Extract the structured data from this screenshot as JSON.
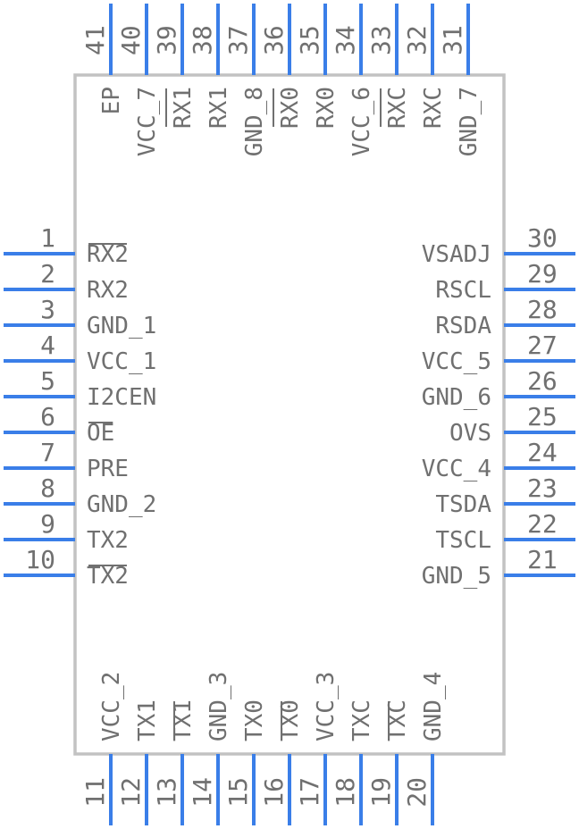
{
  "component": {
    "body_color": "#c2c2c2",
    "pin_color": "#3a7ee8",
    "text_color": "#707070"
  },
  "pins_left": [
    {
      "num": "1",
      "label": "RX2",
      "overbar": true
    },
    {
      "num": "2",
      "label": "RX2",
      "overbar": false
    },
    {
      "num": "3",
      "label": "GND_1",
      "overbar": false
    },
    {
      "num": "4",
      "label": "VCC_1",
      "overbar": false
    },
    {
      "num": "5",
      "label": "I2CEN",
      "overbar": false
    },
    {
      "num": "6",
      "label": "OE",
      "overbar": true
    },
    {
      "num": "7",
      "label": "PRE",
      "overbar": false
    },
    {
      "num": "8",
      "label": "GND_2",
      "overbar": false
    },
    {
      "num": "9",
      "label": "TX2",
      "overbar": false
    },
    {
      "num": "10",
      "label": "TX2",
      "overbar": true
    }
  ],
  "pins_right": [
    {
      "num": "30",
      "label": "VSADJ",
      "overbar": false
    },
    {
      "num": "29",
      "label": "RSCL",
      "overbar": false
    },
    {
      "num": "28",
      "label": "RSDA",
      "overbar": false
    },
    {
      "num": "27",
      "label": "VCC_5",
      "overbar": false
    },
    {
      "num": "26",
      "label": "GND_6",
      "overbar": false
    },
    {
      "num": "25",
      "label": "OVS",
      "overbar": false
    },
    {
      "num": "24",
      "label": "VCC_4",
      "overbar": false
    },
    {
      "num": "23",
      "label": "TSDA",
      "overbar": false
    },
    {
      "num": "22",
      "label": "TSCL",
      "overbar": false
    },
    {
      "num": "21",
      "label": "GND_5",
      "overbar": false
    }
  ],
  "pins_bottom": [
    {
      "num": "11",
      "label": "VCC_2",
      "overbar": false
    },
    {
      "num": "12",
      "label": "TX1",
      "overbar": false
    },
    {
      "num": "13",
      "label": "TX1",
      "overbar": true
    },
    {
      "num": "14",
      "label": "GND_3",
      "overbar": false
    },
    {
      "num": "15",
      "label": "TX0",
      "overbar": false
    },
    {
      "num": "16",
      "label": "TX0",
      "overbar": true
    },
    {
      "num": "17",
      "label": "VCC_3",
      "overbar": false
    },
    {
      "num": "18",
      "label": "TXC",
      "overbar": false
    },
    {
      "num": "19",
      "label": "TXC",
      "overbar": true
    },
    {
      "num": "20",
      "label": "GND_4",
      "overbar": false
    }
  ],
  "pins_top": [
    {
      "num": "41",
      "label": "EP",
      "overbar": false
    },
    {
      "num": "40",
      "label": "VCC_7",
      "overbar": false
    },
    {
      "num": "39",
      "label": "RX1",
      "overbar": true
    },
    {
      "num": "38",
      "label": "RX1",
      "overbar": false
    },
    {
      "num": "37",
      "label": "GND_8",
      "overbar": false
    },
    {
      "num": "36",
      "label": "RX0",
      "overbar": true
    },
    {
      "num": "35",
      "label": "RX0",
      "overbar": false
    },
    {
      "num": "34",
      "label": "VCC_6",
      "overbar": false
    },
    {
      "num": "33",
      "label": "RXC",
      "overbar": true
    },
    {
      "num": "32",
      "label": "RXC",
      "overbar": false
    },
    {
      "num": "31",
      "label": "GND_7",
      "overbar": false
    }
  ]
}
